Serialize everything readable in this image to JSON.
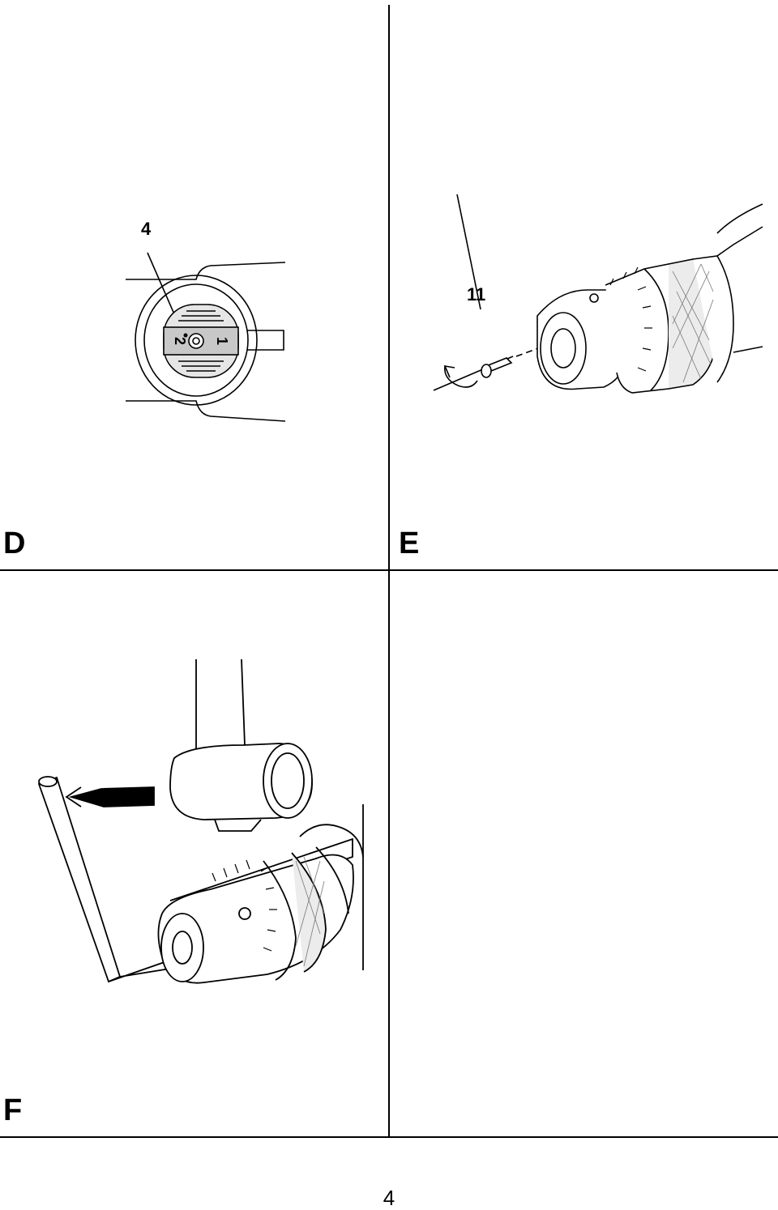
{
  "panels": [
    {
      "letter": "D",
      "callout": "4",
      "dial_labels": [
        "2",
        "1"
      ]
    },
    {
      "letter": "E",
      "callout": "11"
    },
    {
      "letter": "F"
    }
  ],
  "page_number": "4",
  "icons": [
    "gear-selector-dial-figure",
    "chuck-screw-removal-figure",
    "hex-key-hammer-chuck-figure",
    "rotation-arrow-icon",
    "curved-arrow-icon"
  ]
}
